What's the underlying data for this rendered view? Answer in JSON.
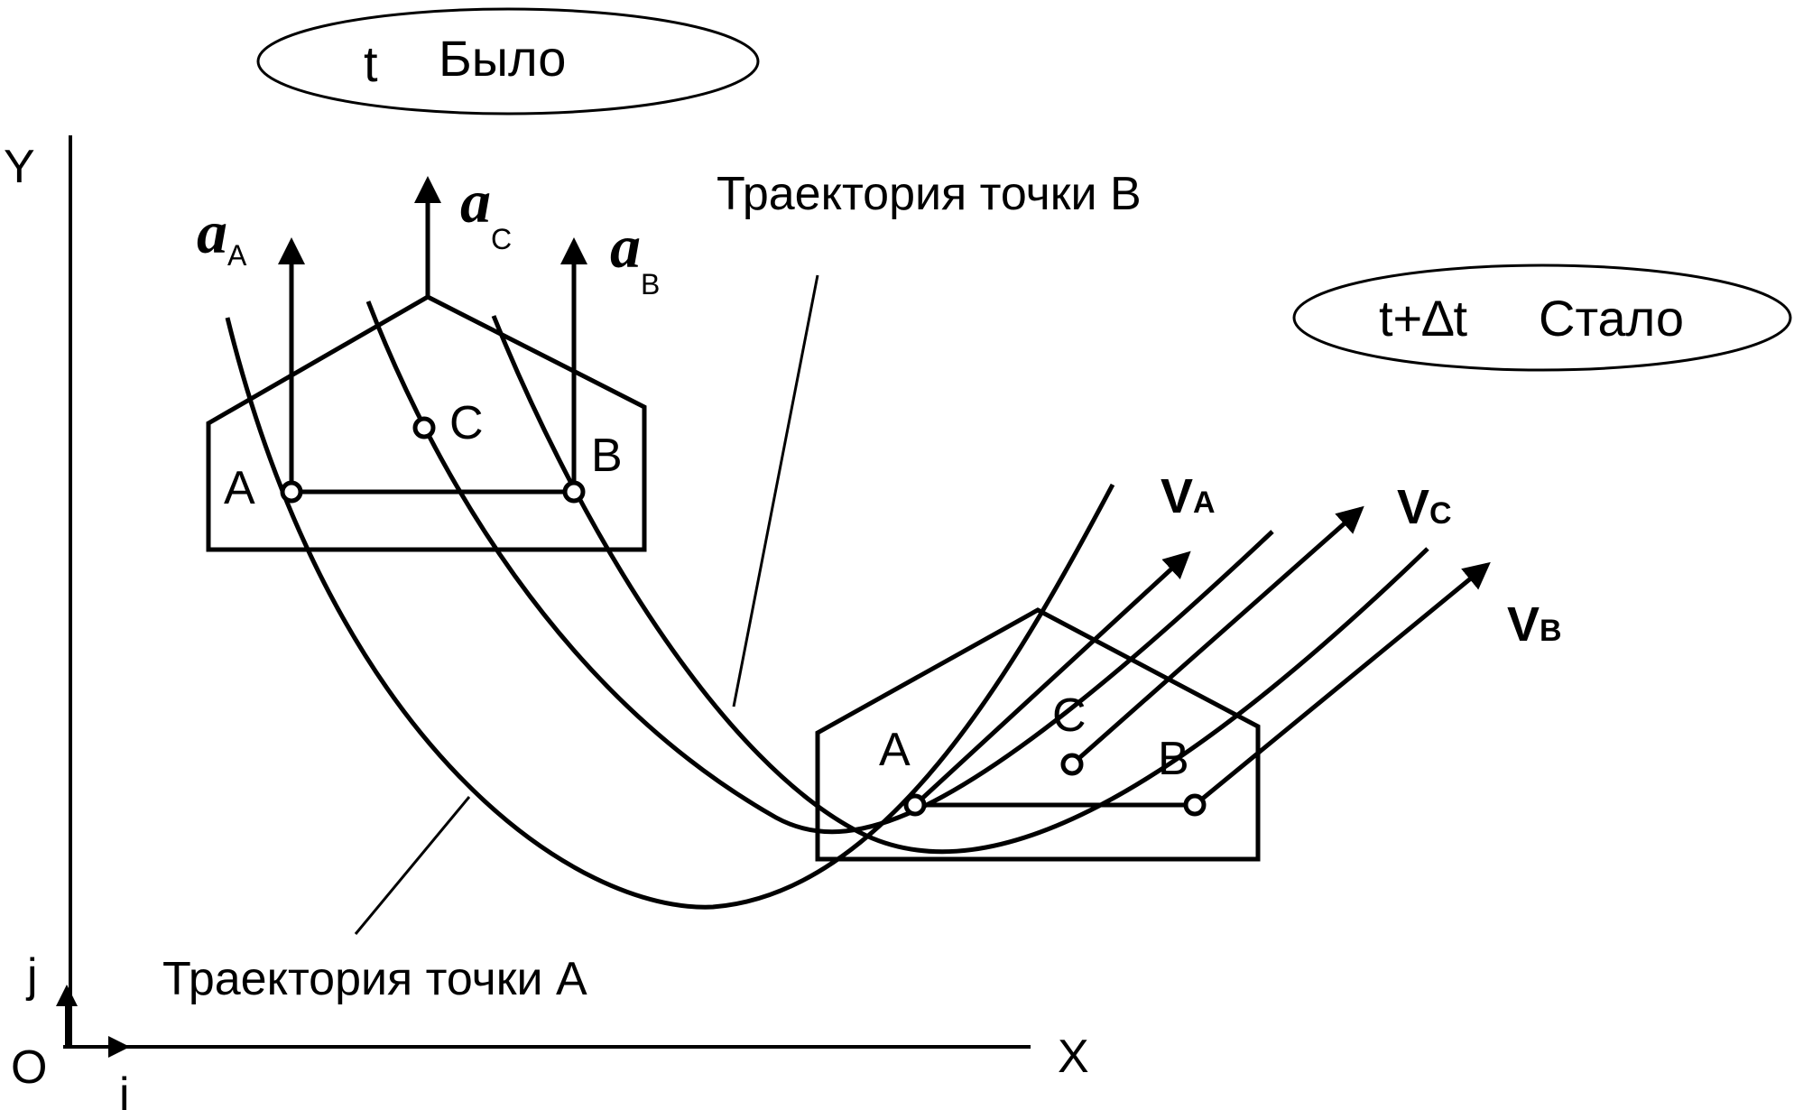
{
  "state_before": {
    "time_label": "t",
    "state_label": "Было"
  },
  "state_after": {
    "time_label": "t+∆t",
    "state_label": "Стало"
  },
  "axes": {
    "y_label": "Y",
    "x_label": "X",
    "origin_label": "O",
    "unit_i_label": "i",
    "unit_j_label": "j"
  },
  "trajectories": {
    "point_a_label": "Траектория точки A",
    "point_b_label": "Траектория точки B"
  },
  "body_before": {
    "point_a": "A",
    "point_b": "B",
    "point_c": "C"
  },
  "body_after": {
    "point_a": "A",
    "point_b": "B",
    "point_c": "C"
  },
  "accelerations": {
    "symbol": "a",
    "sub_a": "A",
    "sub_c": "C",
    "sub_b": "B"
  },
  "velocities": {
    "symbol": "V",
    "sub_a": "A",
    "sub_c": "C",
    "sub_b": "B"
  },
  "colors": {
    "stroke": "#000000",
    "background": "#ffffff"
  }
}
